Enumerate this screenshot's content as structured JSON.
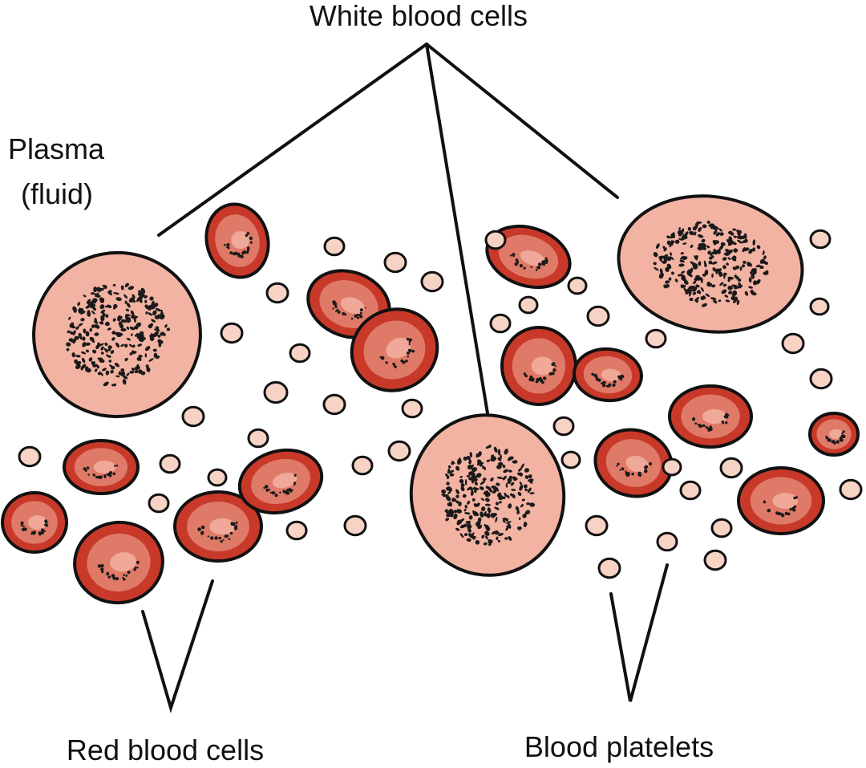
{
  "labels": {
    "white_blood_cells": "White blood cells",
    "plasma_line1": "Plasma",
    "plasma_line2": "(fluid)",
    "red_blood_cells": "Red blood cells",
    "blood_platelets": "Blood platelets"
  },
  "colors": {
    "outline": "#111111",
    "rbc_rim": "#c8392a",
    "rbc_center": "#e07a68",
    "rbc_pale": "#f0a898",
    "wbc_fill": "#f2b3a3",
    "platelet_fill": "#f7d3c5",
    "nucleus_dots": "#1a1a1a"
  }
}
